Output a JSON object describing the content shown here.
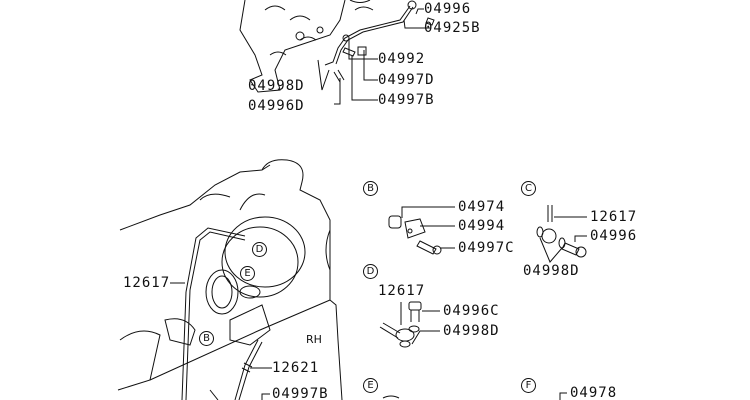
{
  "top_section": {
    "labels": [
      "04996",
      "04925B",
      "04992",
      "04997D",
      "04998D",
      "04996D",
      "04997B"
    ]
  },
  "engine_view": {
    "labels": [
      "12617",
      "12621",
      "04997B"
    ],
    "side_marker": "RH",
    "callouts": [
      "D",
      "E",
      "B"
    ]
  },
  "detail_b": {
    "marker": "B",
    "labels": [
      "04974",
      "04994",
      "04997C"
    ]
  },
  "detail_c": {
    "marker": "C",
    "labels": [
      "12617",
      "04996",
      "04998D"
    ]
  },
  "detail_d": {
    "marker": "D",
    "labels": [
      "12617",
      "04996C",
      "04998D"
    ]
  },
  "detail_e": {
    "marker": "E"
  },
  "detail_f": {
    "marker": "F",
    "labels": [
      "04978"
    ]
  }
}
